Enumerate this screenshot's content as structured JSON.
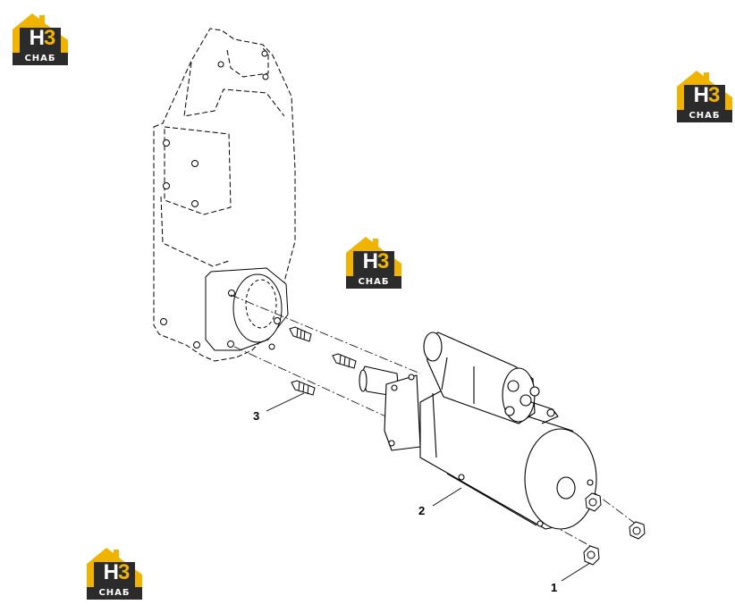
{
  "logos": [
    {
      "letters": "H",
      "digit": "3",
      "label": "СНАБ"
    },
    {
      "letters": "H",
      "digit": "3",
      "label": "СНАБ"
    },
    {
      "letters": "H",
      "digit": "3",
      "label": "СНАБ"
    },
    {
      "letters": "H",
      "digit": "3",
      "label": "СНАБ"
    }
  ],
  "callouts": [
    {
      "number": "1"
    },
    {
      "number": "2"
    },
    {
      "number": "3"
    }
  ],
  "colors": {
    "logo_yellow": "#f0b400",
    "logo_dark": "#2b2b2b",
    "line": "#000000"
  }
}
